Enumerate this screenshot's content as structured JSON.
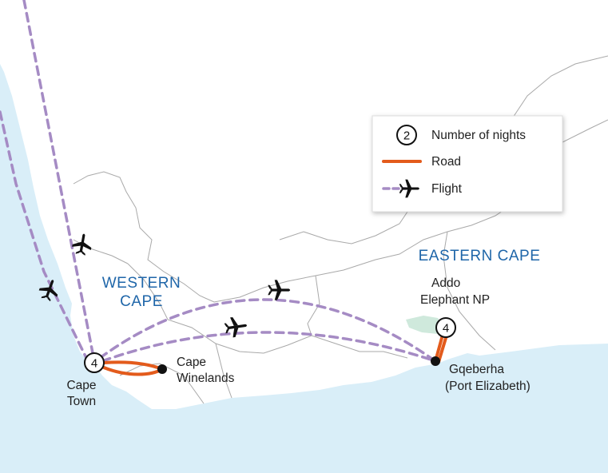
{
  "colors": {
    "sea": "#d9eef8",
    "land": "#ffffff",
    "border": "#a9a9a9",
    "road": "#e35b1c",
    "flight": "#a58bc4",
    "region_label": "#1f66a9",
    "park": "#cfe9dc"
  },
  "icons": {
    "plane": "plane-icon",
    "stop": "stop-dot-icon",
    "nights": "nights-circle-icon"
  },
  "regions": {
    "western_line1": "WESTERN",
    "western_line2": "CAPE",
    "eastern": "EASTERN CAPE"
  },
  "places": {
    "cape_town": {
      "line1": "Cape",
      "line2": "Town",
      "nights": "4"
    },
    "cape_winelands": {
      "line1": "Cape",
      "line2": "Winelands"
    },
    "addo": {
      "line1": "Addo",
      "line2": "Elephant NP",
      "nights": "4"
    },
    "gqeberha": {
      "line1": "Gqeberha",
      "line2": "(Port Elizabeth)"
    }
  },
  "legend": {
    "nights_sample": "2",
    "nights_label": "Number of nights",
    "road_label": "Road",
    "flight_label": "Flight"
  }
}
